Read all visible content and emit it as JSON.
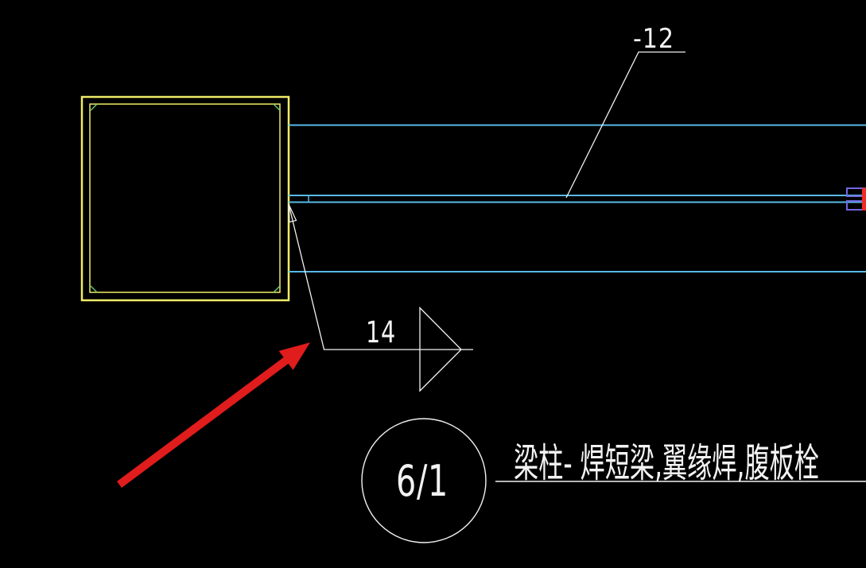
{
  "drawing": {
    "background": "#000000",
    "description_labels": {
      "plate_label": "-12",
      "weld_size_label": "14",
      "detail_bubble_label": "6/1",
      "detail_title": "梁柱- 焊短梁,翼缘焊,腹板栓"
    },
    "colors": {
      "column": "#f0ec66",
      "chamfer": "#66cc70",
      "beam": "#59b9e8",
      "splice": "#7069e2",
      "splice_end": "#ee2b24",
      "white_line": "#f2f2f2",
      "marker_red": "#e01c1c"
    }
  }
}
